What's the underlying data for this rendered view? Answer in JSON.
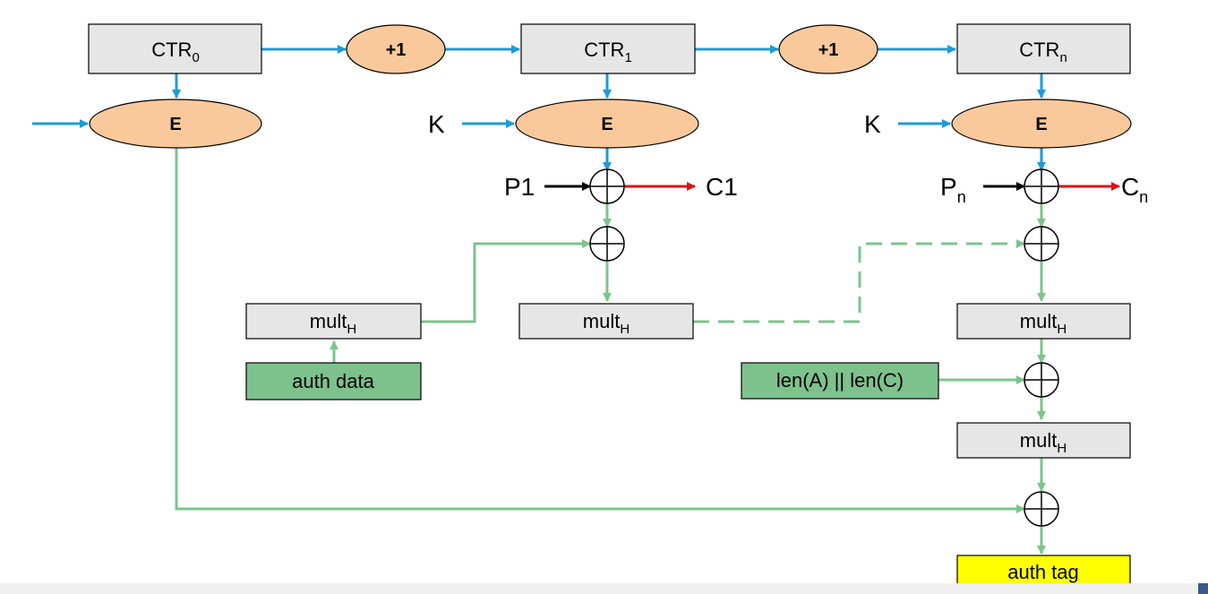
{
  "colors": {
    "flow_blue": "#1e9ad6",
    "auth_green": "#7cc48c",
    "cipher_red": "#e01010",
    "box_gray": "#e6e6e6",
    "oval_orange": "#f9c99b",
    "data_green": "#7dc18d",
    "tag_yellow": "#ffff00"
  },
  "counters": [
    {
      "base": "CTR",
      "sub": "0"
    },
    {
      "base": "CTR",
      "sub": "1"
    },
    {
      "base": "CTR",
      "sub": "n"
    }
  ],
  "increment_label": "+1",
  "encrypt_label": "E",
  "key_label": "K",
  "plaintext": [
    {
      "base": "P1",
      "sub": ""
    },
    {
      "base": "P",
      "sub": "n"
    }
  ],
  "ciphertext": [
    {
      "base": "C1",
      "sub": ""
    },
    {
      "base": "C",
      "sub": "n"
    }
  ],
  "mult": {
    "base": "mult",
    "sub": "H"
  },
  "auth_data_label": "auth data",
  "len_label": "len(A) || len(C)",
  "auth_tag_label": "auth tag"
}
